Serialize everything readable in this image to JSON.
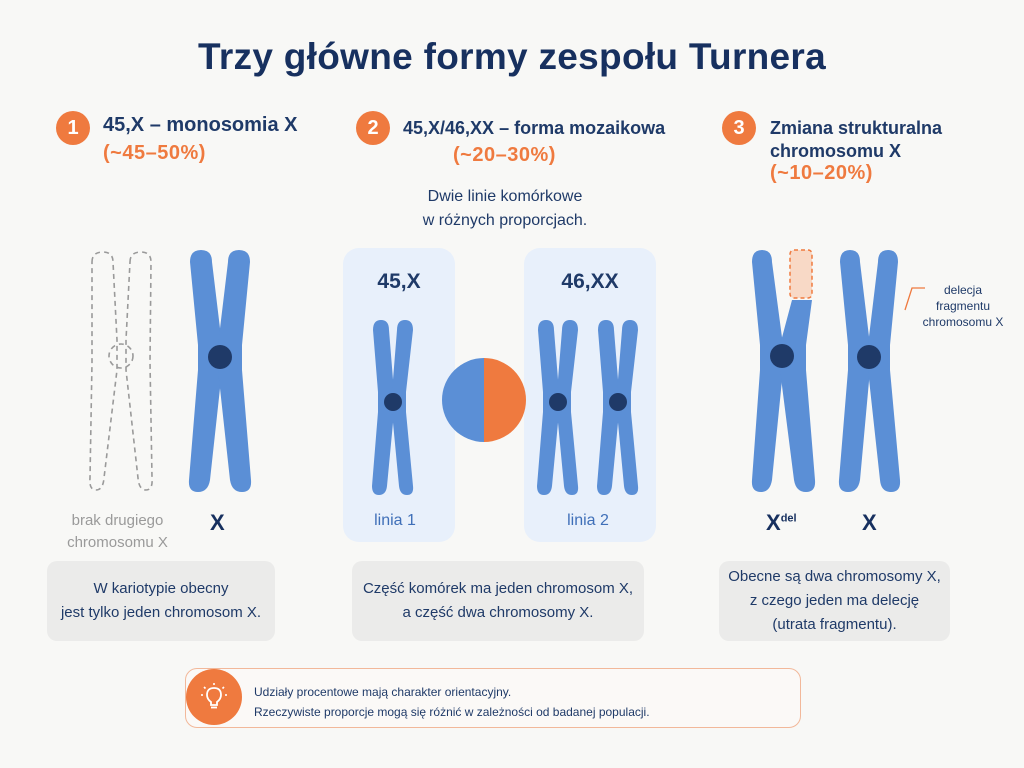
{
  "title": "Trzy główne formy zespołu Turnera",
  "colors": {
    "accent": "#ef7a3f",
    "chromosome": "#5b8fd6",
    "centromere": "#1f3a68",
    "panel": "#e8f0fb"
  },
  "forms": [
    {
      "number": "1",
      "heading": "45,X – monosomia X",
      "percent": "(~45–50%)",
      "missing_label_1": "brak drugiego",
      "missing_label_2": "chromosomu X",
      "chromosome_label": "X",
      "description_1": "W kariotypie obecny",
      "description_2": "jest tylko jeden chromosom X."
    },
    {
      "number": "2",
      "heading": "45,X/46,XX – forma mozaikowa",
      "percent": "(~20–30%)",
      "subtitle_1": "Dwie linie komórkowe",
      "subtitle_2": "w różnych proporcjach.",
      "line1_karyotype": "45,X",
      "line1_label": "linia 1",
      "line2_karyotype": "46,XX",
      "line2_label": "linia 2",
      "description_1": "Część komórek ma jeden chromosom X,",
      "description_2": "a część dwa chromosomy X."
    },
    {
      "number": "3",
      "heading_1": "Zmiana strukturalna",
      "heading_2": "chromosomu X",
      "percent": "(~10–20%)",
      "annotation_1": "delecja",
      "annotation_2": "fragmentu",
      "annotation_3": "chromosomu X",
      "chromosome1_label": "X",
      "chromosome1_sup": "del",
      "chromosome2_label": "X",
      "description_1": "Obecne są dwa chromosomy X,",
      "description_2": "z czego jeden ma delecję",
      "description_3": "(utrata fragmentu)."
    }
  ],
  "footnote": {
    "icon": "lightbulb-icon",
    "line_1": "Udziały procentowe mają charakter orientacyjny.",
    "line_2": "Rzeczywiste proporcje mogą się różnić w zależności od badanej populacji."
  }
}
